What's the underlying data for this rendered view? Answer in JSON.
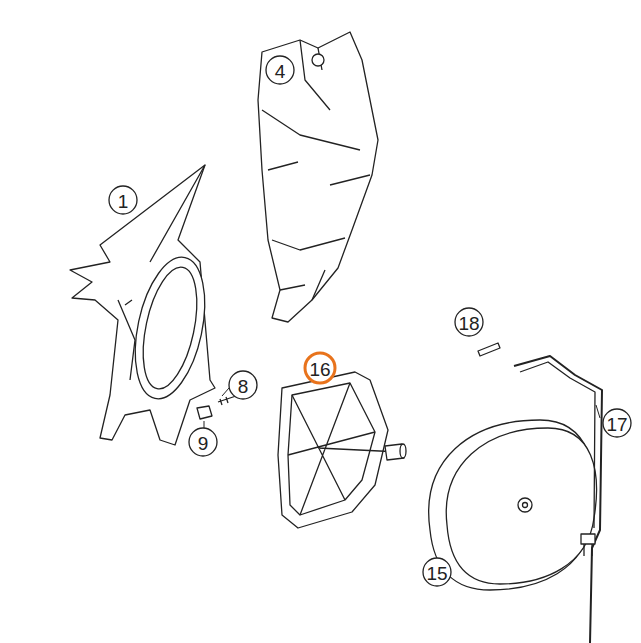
{
  "diagram": {
    "labels": [
      "1",
      "4",
      "8",
      "9",
      "16",
      "18",
      "17",
      "15"
    ]
  }
}
